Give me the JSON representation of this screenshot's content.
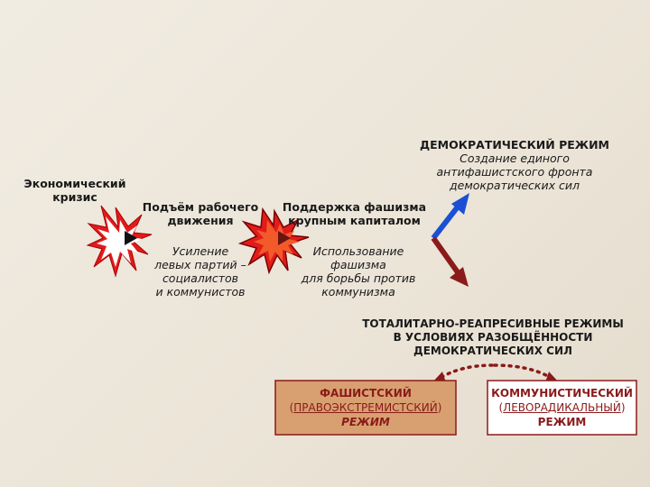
{
  "labels": {
    "crisis": [
      "Экономический",
      "кризис"
    ],
    "workers_rise": [
      "Подъём рабочего",
      "движения"
    ],
    "left_parties": [
      "Усиление",
      "левых партий –",
      "социалистов",
      "и коммунистов"
    ],
    "big_capital": [
      "Поддержка фашизма",
      "крупным капиталом"
    ],
    "use_fascism": [
      "Использование",
      "фашизма",
      "для борьбы против",
      "коммунизма"
    ],
    "democratic": {
      "title": "ДЕМОКРАТИЧЕСКИЙ РЕЖИМ",
      "lines": [
        "Создание единого",
        "антифашистского фронта",
        "демократических сил"
      ]
    },
    "totalitarian": [
      "ТОТАЛИТАРНО-РЕАПРЕСИВНЫЕ РЕЖИМЫ",
      "В УСЛОВИЯХ РАЗОБЩЁННОСТИ",
      "ДЕМОКРАТИЧЕСКИХ СИЛ"
    ]
  },
  "boxes": {
    "fascist": {
      "line1": "ФАШИСТСКИЙ",
      "line2_open": "(",
      "line2_link": "ПРАВОЭКСТРЕМИСТСКИЙ",
      "line2_close": ")",
      "line3": "РЕЖИМ"
    },
    "communist": {
      "line1": "КОММУНИСТИЧЕСКИЙ",
      "line2_open": "(",
      "line2_link": "ЛЕВОРАДИКАЛЬНЫЙ",
      "line2_close": ")",
      "line3": "РЕЖИМ"
    }
  },
  "colors": {
    "main_arrow_start": "#111111",
    "main_arrow_end": "#8b1a1a",
    "blue_arrow": "#1a4fd6",
    "dark_red": "#8b1a1a",
    "burst_outer": "#e21b1b",
    "burst_inner": "#ffffff",
    "fascist_box_fill": "#d8a070",
    "communist_box_fill": "#ffffff"
  }
}
